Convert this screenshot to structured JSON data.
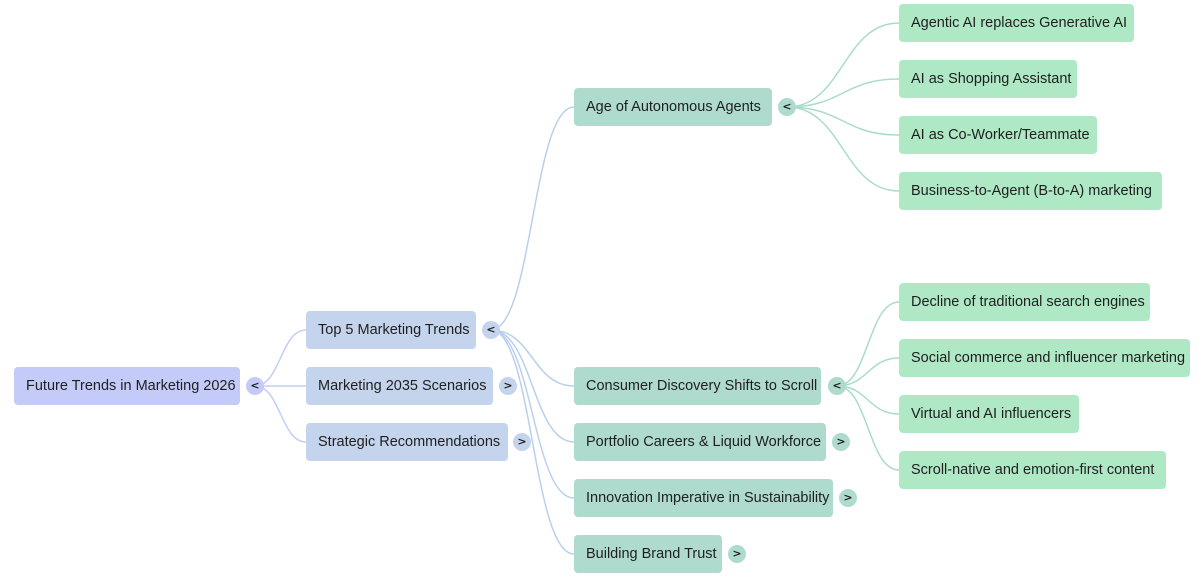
{
  "colors": {
    "root_fill": "#c5cbf8",
    "level1_fill": "#c3d4ec",
    "level2_fill": "#aedbce",
    "level3_fill": "#afe8c5",
    "link_level1": "#c2cff5",
    "link_level2": "#b9d0ec",
    "link_level3": "#a9dcc8"
  },
  "root": {
    "label": "Future Trends in Marketing 2026",
    "toggle": "<"
  },
  "level1": [
    {
      "label": "Top 5 Marketing Trends",
      "toggle": "<"
    },
    {
      "label": "Marketing 2035 Scenarios",
      "toggle": ">"
    },
    {
      "label": "Strategic Recommendations",
      "toggle": ">"
    }
  ],
  "level2": [
    {
      "label": "Age of Autonomous Agents",
      "toggle": "<"
    },
    {
      "label": "Consumer Discovery Shifts to Scroll",
      "toggle": "<"
    },
    {
      "label": "Portfolio Careers & Liquid Workforce",
      "toggle": ">"
    },
    {
      "label": "Innovation Imperative in Sustainability",
      "toggle": ">"
    },
    {
      "label": "Building Brand Trust",
      "toggle": ">"
    }
  ],
  "level3_agents": [
    {
      "label": "Agentic AI replaces Generative AI"
    },
    {
      "label": "AI as Shopping Assistant"
    },
    {
      "label": "AI as Co-Worker/Teammate"
    },
    {
      "label": "Business-to-Agent (B-to-A) marketing"
    }
  ],
  "level3_discovery": [
    {
      "label": "Decline of traditional search engines"
    },
    {
      "label": "Social commerce and influencer marketing"
    },
    {
      "label": "Virtual and AI influencers"
    },
    {
      "label": "Scroll-native and emotion-first content"
    }
  ]
}
